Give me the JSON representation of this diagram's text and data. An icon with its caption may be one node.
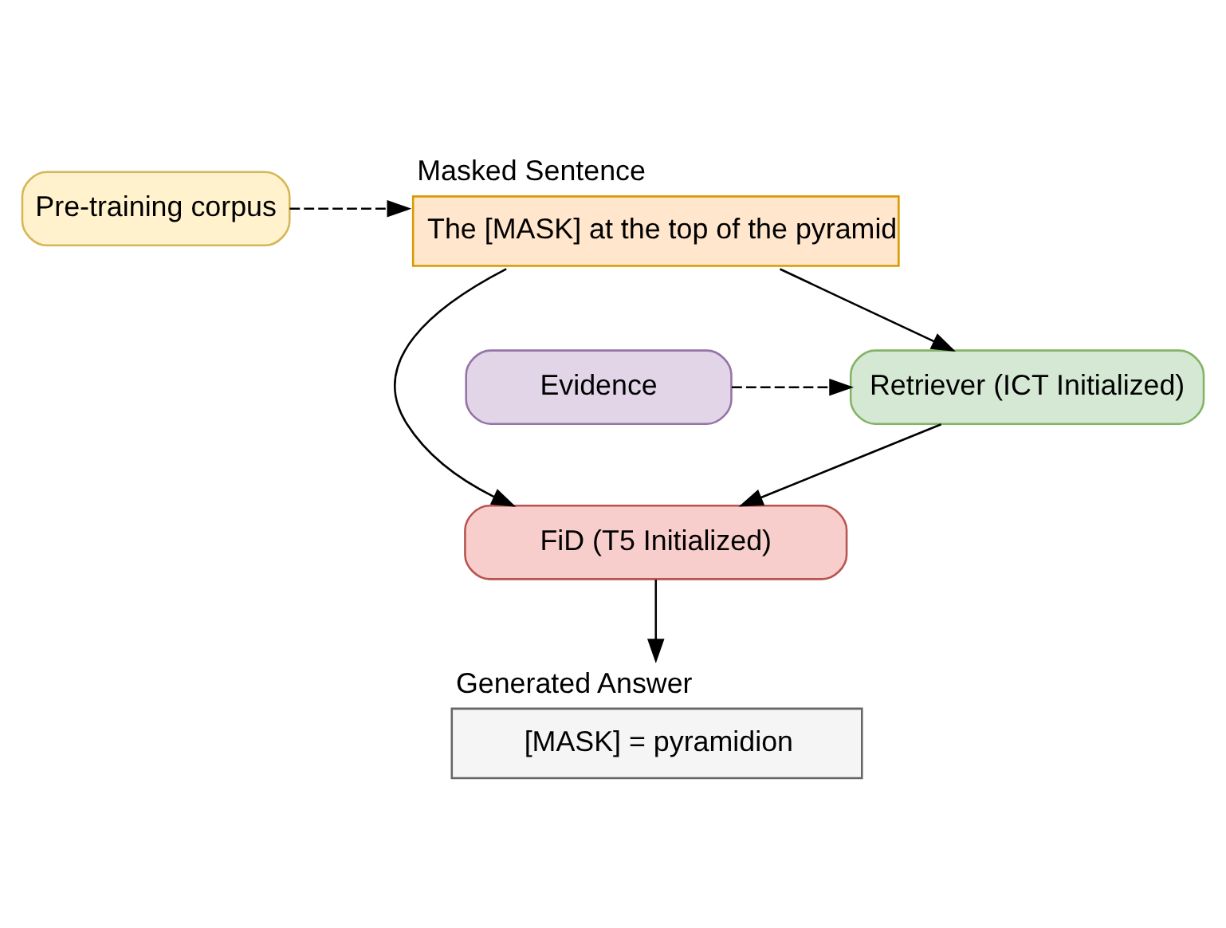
{
  "diagram": {
    "nodes": [
      {
        "text": [
          "Masked Sentence",
          "The [MASK] at the top of the pyramid"
        ]
      },
      {
        "text": [
          "Pre-training corpus"
        ]
      },
      {
        "text": [
          "Retriever (ICT Initialized)"
        ]
      },
      {
        "text": [
          "Evidence"
        ]
      },
      {
        "text": [
          "FiD (T5 Initialized)"
        ]
      },
      {
        "text": [
          "Generated Answer",
          "[MASK] = pyramidion"
        ]
      }
    ],
    "edges": [
      {
        "from": 1,
        "to": 0,
        "arrow": "to",
        "style": "dashed"
      },
      {
        "from": 0,
        "to": 2,
        "arrow": "to"
      },
      {
        "from": 3,
        "to": 2,
        "arrow": "to",
        "style": "dashed"
      },
      {
        "from": 0,
        "to": 4,
        "arrow": "to"
      },
      {
        "from": 2,
        "to": 4,
        "arrow": "to"
      },
      {
        "from": 4,
        "to": 5,
        "arrow": "to"
      }
    ]
  }
}
